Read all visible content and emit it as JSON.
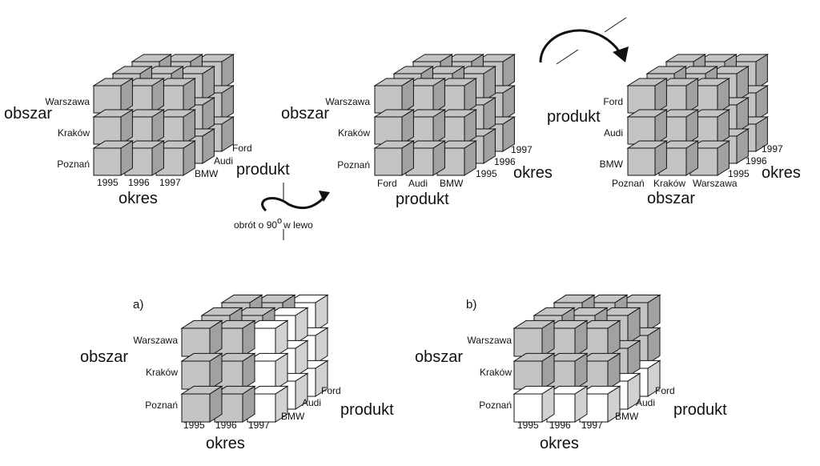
{
  "labels": {
    "obszar": "obszar",
    "okres": "okres",
    "produkt": "produkt",
    "cities": [
      "Warszawa",
      "Kraków",
      "Poznań"
    ],
    "years": [
      "1995",
      "1996",
      "1997"
    ],
    "brands": [
      "Ford",
      "Audi",
      "BMW"
    ],
    "rotation_caption": "obrót o 90",
    "rotation_degree": "o",
    "rotation_suffix": "w lewo",
    "variant_a": "a)",
    "variant_b": "b)"
  },
  "colors": {
    "cube_grey": "#c4c4c4",
    "cube_white": "#ffffff",
    "stroke": "#111111"
  }
}
